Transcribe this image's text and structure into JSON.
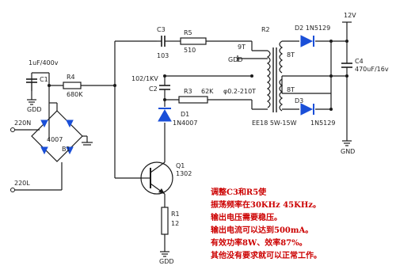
{
  "labels": {
    "c1_rating": "1uF/400v",
    "c1": "C1",
    "r4": "R4",
    "r4_val": "680K",
    "gdd_c1": "GDD",
    "ac1": "220N",
    "ac2": "220L",
    "bridge_part": "4007",
    "bridge": "B1",
    "c3": "C3",
    "c3_val": "103",
    "r5": "R5",
    "r5_val": "510",
    "c2_val": "102/1KV",
    "c2": "C2",
    "r3": "R3",
    "r3_val": "62K",
    "d1": "D1",
    "d1_part": "1N4007",
    "transistor": "Q1",
    "transistor_part": "1302",
    "r1": "R1",
    "r1_val": "12",
    "gdd_r1": "GDD",
    "r2": "R2",
    "turns_9t": "9T",
    "gdd_tr": "GDD",
    "turns_210t": "φ0.2-210T",
    "turns_8t_top": "8T",
    "turns_8t_bot": "8T",
    "core": "EE18 5W-15W",
    "d2": "D2 1N5129",
    "d3": "D3",
    "d3_part": "1N5129",
    "v12": "12V",
    "c4": "C4",
    "c4_val": "470uF/16v",
    "gnd": "GND"
  },
  "notes": [
    "调整C3和R5使",
    "振荡频率在30KHz 45KHz。",
    "输出电压需要稳压。",
    "输出电流可以达到500mA。",
    "有效功率8W、效率87%。",
    "其他没有要求就可以正常工作。"
  ]
}
